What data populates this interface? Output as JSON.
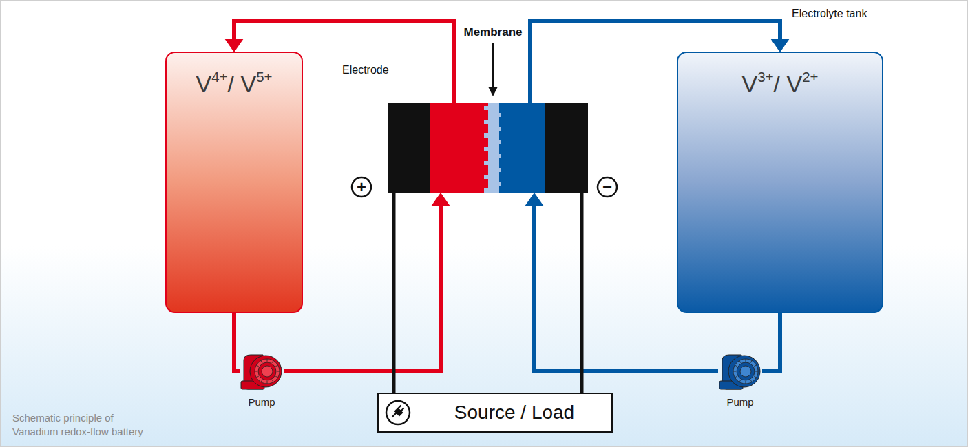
{
  "diagram": {
    "caption": "Schematic principle of Vanadium redox-flow battery",
    "nodes": [
      {
        "text": [
          "V4+/ V5+"
        ]
      },
      {
        "text": [
          "V3+/ V2+"
        ]
      },
      {
        "text": [
          "Pump"
        ]
      },
      {
        "text": [
          "Pump"
        ]
      },
      {
        "text": [
          "Source / Load"
        ]
      }
    ],
    "edges": [
      {
        "from": 0,
        "to": 2,
        "arrow": "none"
      },
      {
        "from": 1,
        "to": 3,
        "arrow": "none"
      }
    ],
    "labels": [
      "Electrode",
      "Membrane",
      "Electrolyte tank",
      "+",
      "−"
    ]
  }
}
